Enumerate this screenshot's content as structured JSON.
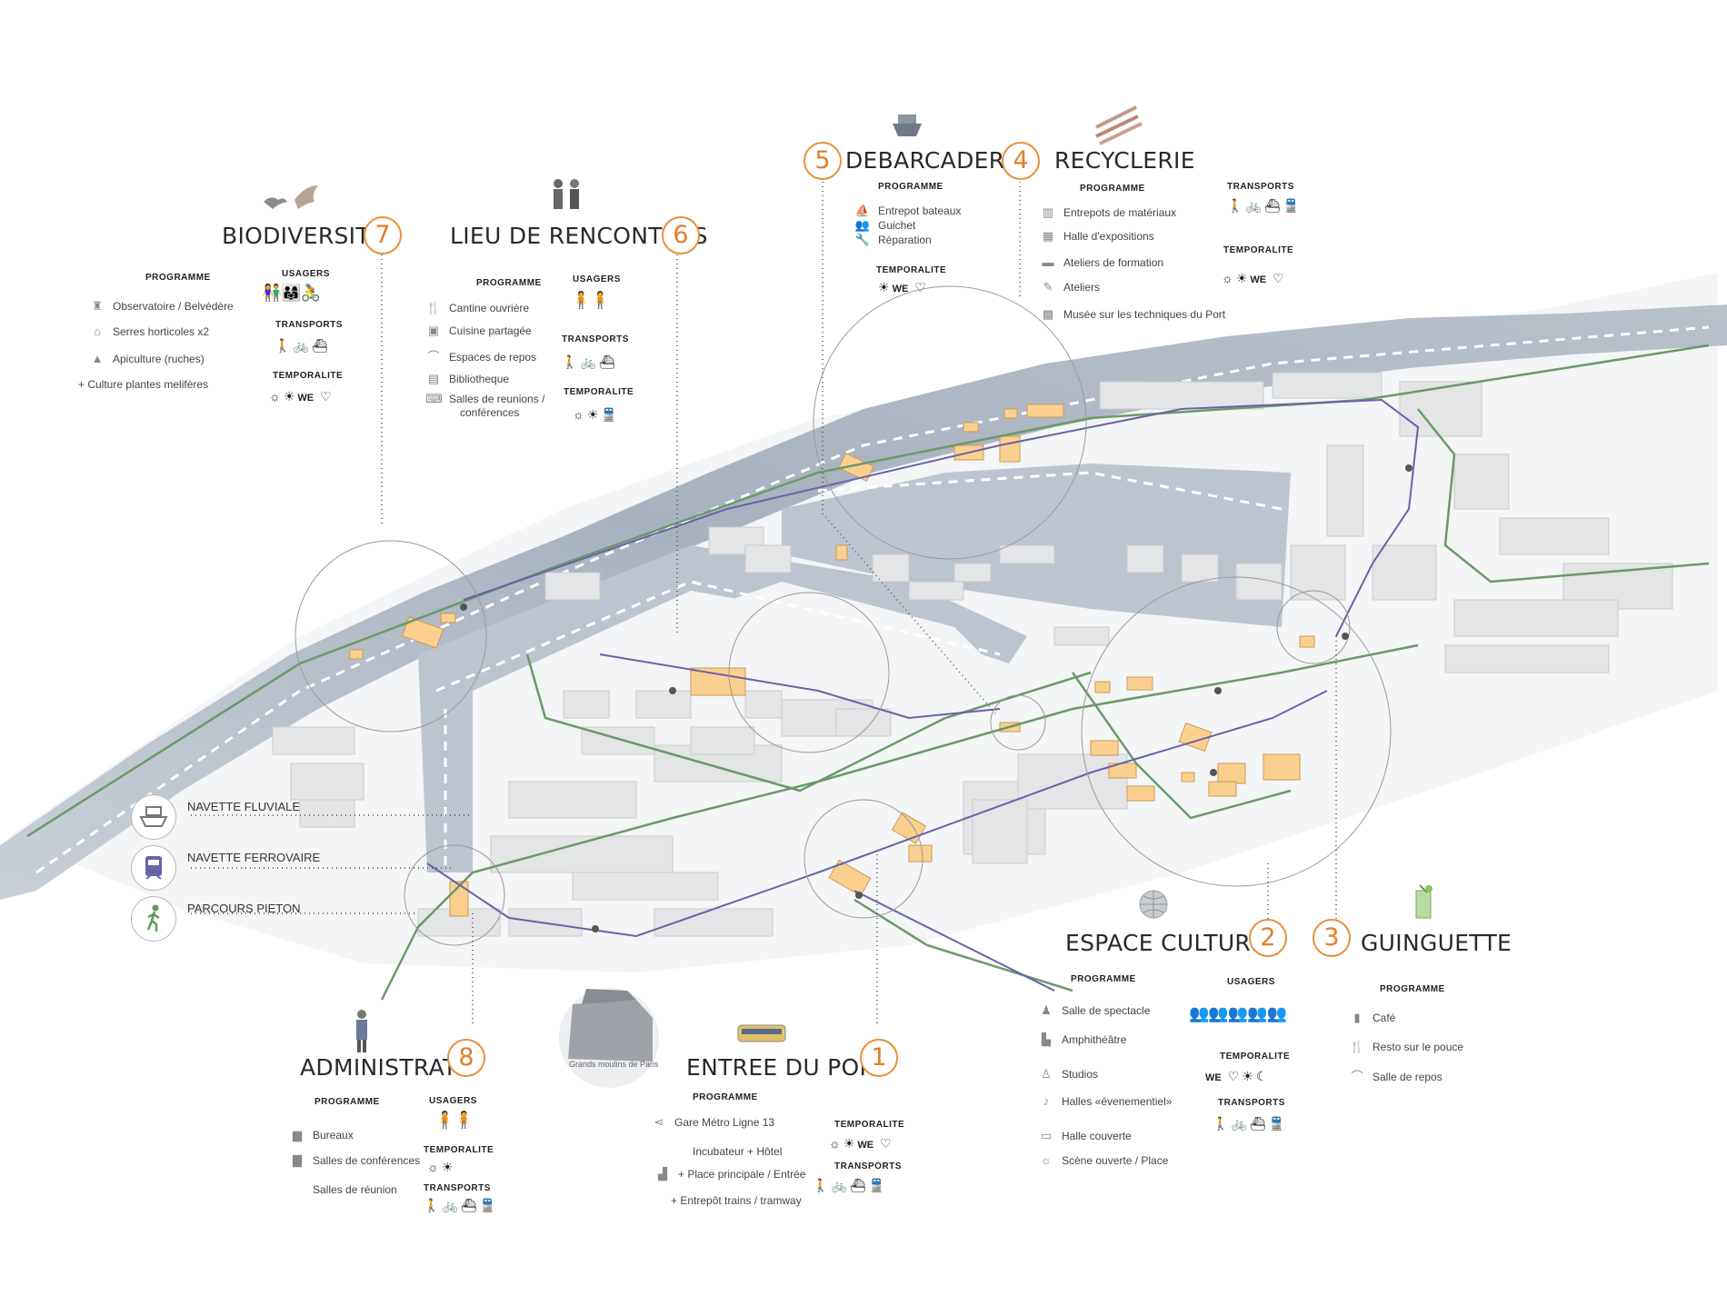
{
  "zones": {
    "biodiversite": {
      "number": "7",
      "title": "BIODIVERSITE",
      "programme_head": "PROGRAMME",
      "programme": [
        "Observatoire / Belvédère",
        "Serres horticoles x2",
        "Apiculture (ruches)",
        "+ Culture plantes melifères"
      ],
      "usagers_head": "USAGERS",
      "transports_head": "TRANSPORTS",
      "temporalite_head": "TEMPORALITE",
      "temporalite_we": "WE"
    },
    "rencontres": {
      "number": "6",
      "title": "LIEU DE RENCONTRES",
      "programme_head": "PROGRAMME",
      "programme": [
        "Cantine ouvrière",
        "Cuisine partagée",
        "Espaces de repos",
        "Bibliotheque",
        "Salles de reunions /",
        "conférences"
      ],
      "usagers_head": "USAGERS",
      "transports_head": "TRANSPORTS",
      "temporalite_head": "TEMPORALITE"
    },
    "debarcadere": {
      "number": "5",
      "title": "DEBARCADERE",
      "programme_head": "PROGRAMME",
      "programme": [
        "Entrepot bateaux",
        "Guichet",
        "Réparation"
      ],
      "temporalite_head": "TEMPORALITE",
      "temporalite_we": "WE"
    },
    "recyclerie": {
      "number": "4",
      "title": "RECYCLERIE",
      "programme_head": "PROGRAMME",
      "programme": [
        "Entrepots de matériaux",
        "Halle d'expositions",
        "Ateliers de formation",
        "Ateliers",
        "Musée sur les techniques du Port"
      ],
      "transports_head": "TRANSPORTS",
      "temporalite_head": "TEMPORALITE",
      "temporalite_we": "WE"
    },
    "culturel": {
      "number": "2",
      "title": "ESPACE CULTUREL",
      "programme_head": "PROGRAMME",
      "programme": [
        "Salle de spectacle",
        "Amphithéâtre",
        "Studios",
        "Halles «évenementiel»",
        "Halle couverte",
        "Scène ouverte / Place"
      ],
      "usagers_head": "USAGERS",
      "temporalite_head": "TEMPORALITE",
      "temporalite_we": "WE",
      "transports_head": "TRANSPORTS"
    },
    "guinguette": {
      "number": "3",
      "title": "GUINGUETTE",
      "programme_head": "PROGRAMME",
      "programme": [
        "Café",
        "Resto sur le pouce",
        "Salle de repos"
      ]
    },
    "administratif": {
      "number": "8",
      "title": "ADMINISTRATIF",
      "programme_head": "PROGRAMME",
      "programme": [
        "Bureaux",
        "Salles de conférences",
        "Salles de réunion"
      ],
      "usagers_head": "USAGERS",
      "temporalite_head": "TEMPORALITE",
      "transports_head": "TRANSPORTS"
    },
    "entree": {
      "number": "1",
      "title": "ENTREE DU PORT",
      "programme_head": "PROGRAMME",
      "programme": [
        "Gare Métro Ligne 13",
        "Incubateur + Hôtel",
        "+ Place principale / Entrée",
        "+ Entrepôt trains / tramway"
      ],
      "temporalite_head": "TEMPORALITE",
      "temporalite_we": "WE",
      "transports_head": "TRANSPORTS"
    }
  },
  "legend": {
    "navette_fluviale": "NAVETTE FLUVIALE",
    "navette_ferroviaire": "NAVETTE FERROVAIRE",
    "parcours_pieton": "PARCOURS PIETON"
  },
  "landmark": {
    "grands_moulins": "Grands moulins de Paris"
  },
  "colors": {
    "accent_number": "#e8903a",
    "river": "#aab4c0",
    "green_route": "#6a9a6a",
    "purple_route": "#6a62a8",
    "highlight_building": "#fbd08f",
    "building": "#e6e7e9"
  },
  "icons": [
    "lighthouse-icon",
    "greenhouse-icon",
    "beehive-icon",
    "fork-knife-icon",
    "hammock-icon",
    "book-icon",
    "boat-icon",
    "wrench-icon",
    "train-icon",
    "bike-icon",
    "walker-icon",
    "sun-icon",
    "sunset-icon",
    "moon-icon",
    "share-icon",
    "mirror-ball-icon",
    "cocktail-icon"
  ]
}
